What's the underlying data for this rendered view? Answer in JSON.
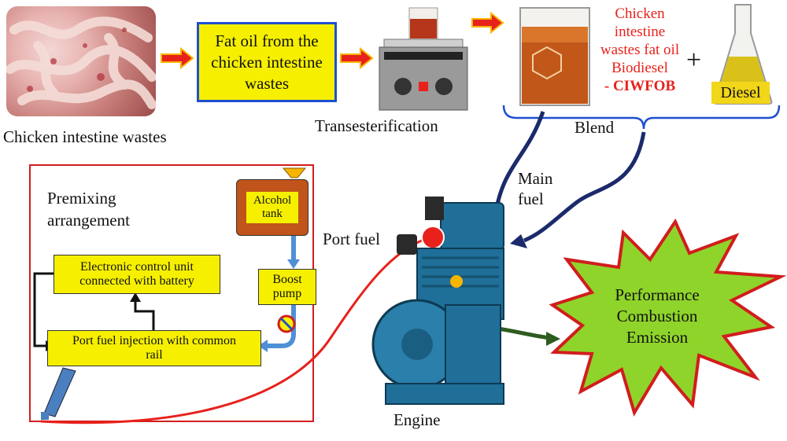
{
  "top": {
    "source_label": "Chicken intestine wastes",
    "fat_oil_box": "Fat oil from the chicken intestine wastes",
    "process_label": "Transesterification",
    "biodiesel_label": "Chicken intestine wastes fat oil Biodiesel",
    "biodiesel_abbr": "- CIWFOB",
    "plus": "+",
    "diesel_label": "Diesel",
    "blend_label": "Blend"
  },
  "engine": {
    "main_fuel_label": "Main fuel",
    "port_fuel_label": "Port fuel",
    "engine_label": "Engine"
  },
  "premix": {
    "title": "Premixing arrangement",
    "alcohol_tank": "Alcohol tank",
    "ecu": "Electronic control unit connected with battery",
    "boost_pump": "Boost pump",
    "port_injection": "Port fuel injection with common rail"
  },
  "outputs": {
    "performance": "Performance",
    "combustion": "Combustion",
    "emission": "Emission"
  },
  "colors": {
    "accent_yellow": "#f6f000",
    "box_border_blue": "#1f4fcf",
    "arrow_red": "#e8211b",
    "starburst_green": "#8fd42a",
    "fuel_line_navy": "#1b2a6b",
    "engine_blue": "#1f6f99"
  }
}
